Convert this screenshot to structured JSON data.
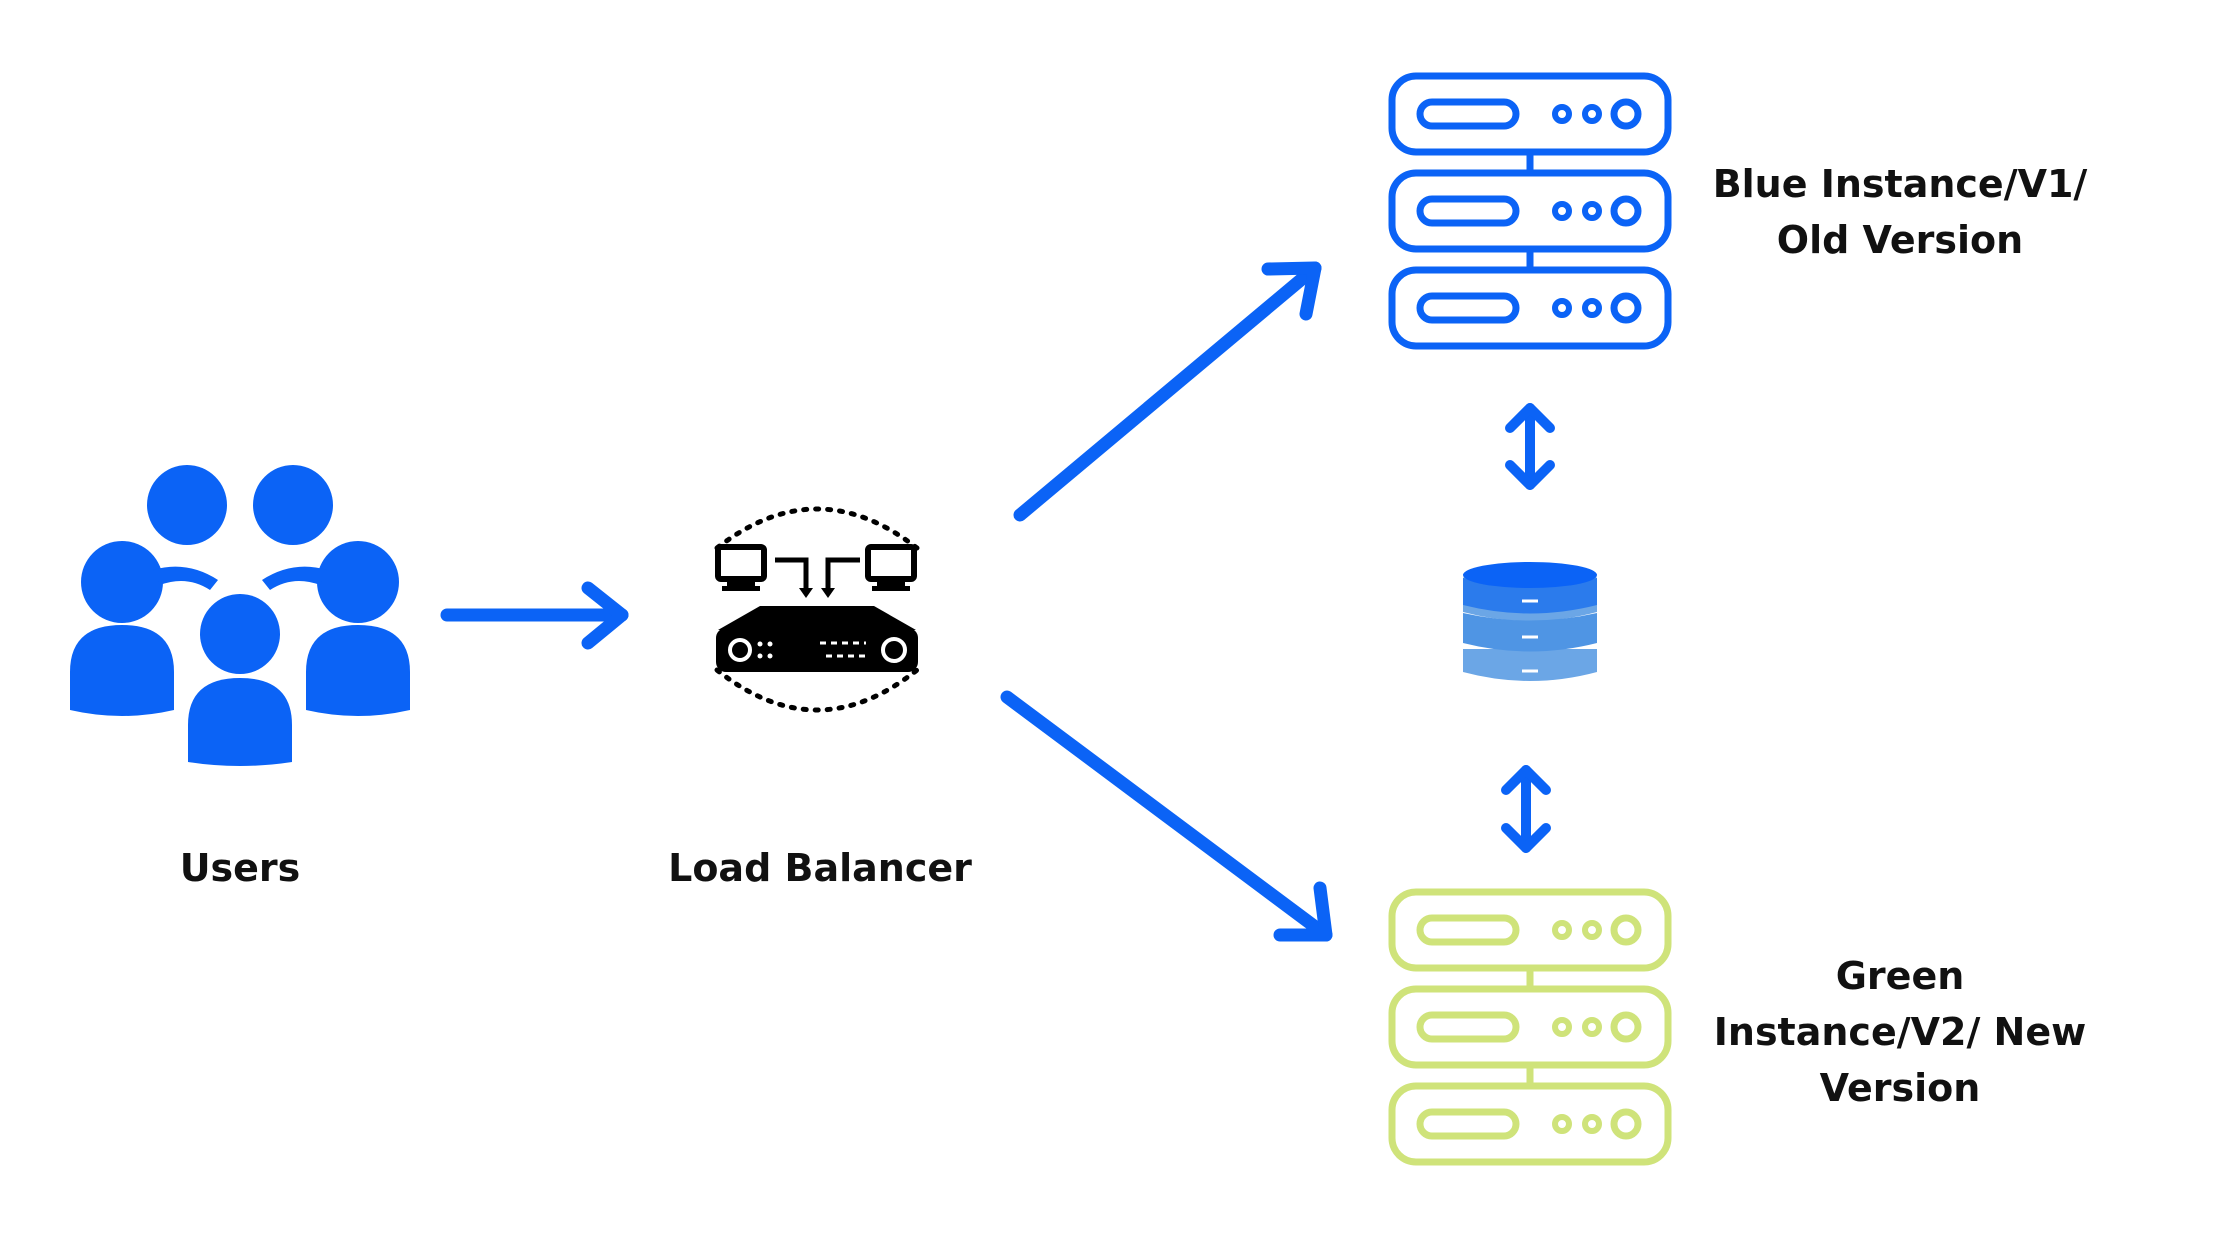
{
  "colors": {
    "blue": "#0b63f6",
    "green": "#cfe37a",
    "db_light": "#6ba6e6",
    "black": "#000000",
    "text": "#111111"
  },
  "nodes": {
    "users": {
      "label": "Users",
      "icon": "users-group-icon"
    },
    "load_balancer": {
      "label": "Load Balancer",
      "icon": "load-balancer-icon"
    },
    "blue_instance": {
      "label_lines": [
        "Blue Instance/V1/",
        "Old Version"
      ],
      "icon": "server-stack-icon",
      "color": "blue"
    },
    "database": {
      "icon": "database-icon"
    },
    "green_instance": {
      "label_lines": [
        "Green",
        "Instance/V2/ New",
        "Version"
      ],
      "icon": "server-stack-icon",
      "color": "green"
    }
  },
  "connections": [
    {
      "from": "users",
      "to": "load_balancer",
      "type": "arrow"
    },
    {
      "from": "load_balancer",
      "to": "blue_instance",
      "type": "arrow"
    },
    {
      "from": "load_balancer",
      "to": "green_instance",
      "type": "arrow"
    },
    {
      "from": "blue_instance",
      "to": "database",
      "type": "bidirectional"
    },
    {
      "from": "database",
      "to": "green_instance",
      "type": "bidirectional"
    }
  ]
}
